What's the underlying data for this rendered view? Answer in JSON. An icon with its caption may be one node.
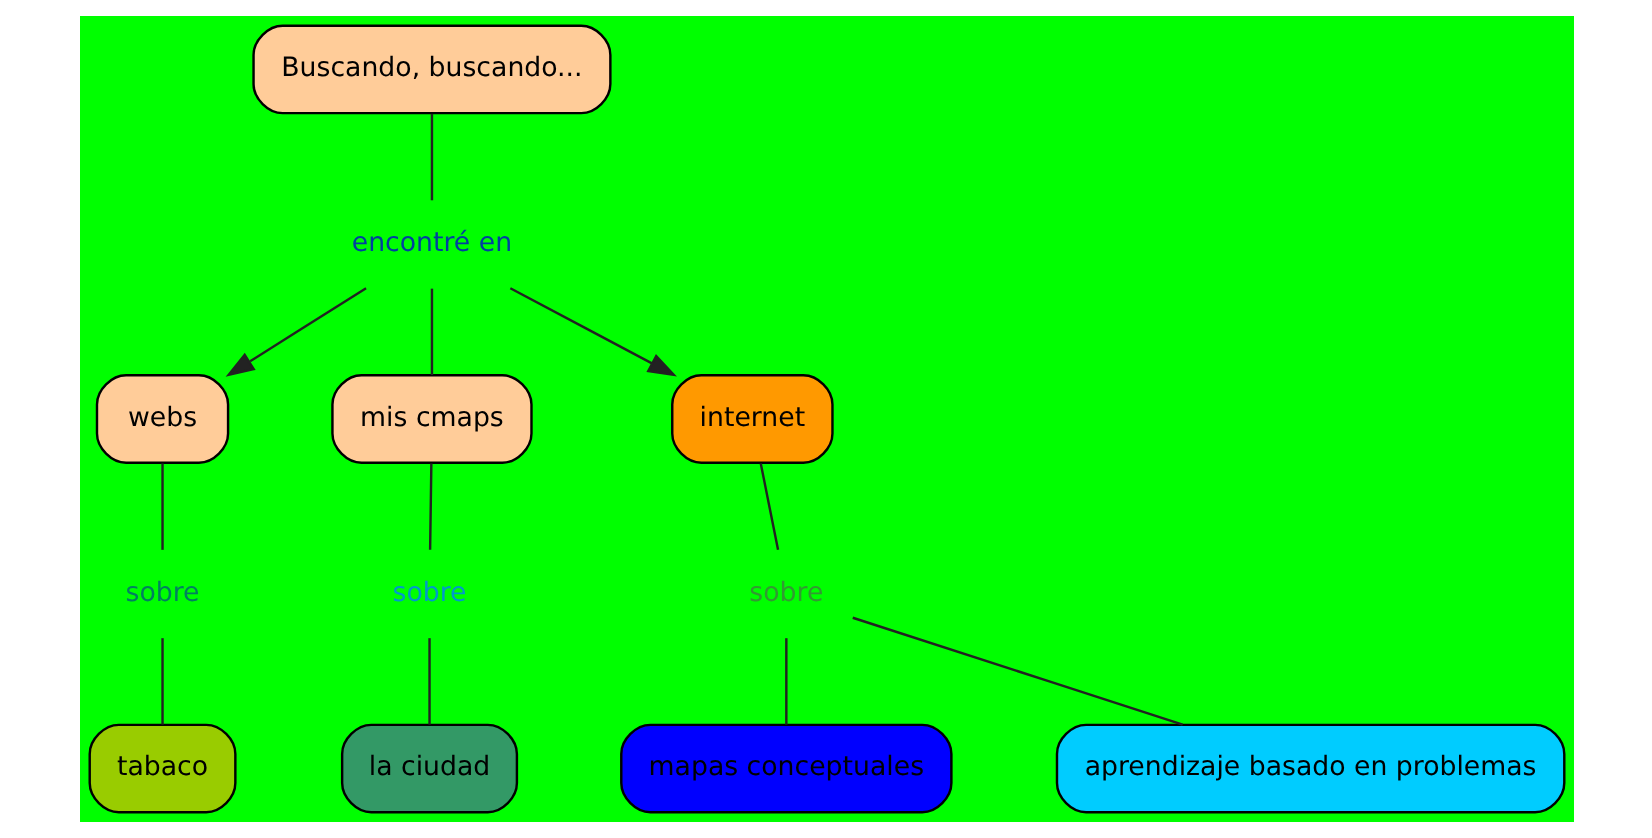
{
  "diagram": {
    "nodes": [
      {
        "text": [
          "Buscando, buscando..."
        ]
      },
      {
        "text": [
          "encontré en"
        ]
      },
      {
        "text": [
          "webs"
        ]
      },
      {
        "text": [
          "mis cmaps"
        ]
      },
      {
        "text": [
          "internet"
        ]
      },
      {
        "text": [
          "sobre"
        ]
      },
      {
        "text": [
          "sobre"
        ]
      },
      {
        "text": [
          "sobre"
        ]
      },
      {
        "text": [
          "tabaco"
        ]
      },
      {
        "text": [
          "la ciudad"
        ]
      },
      {
        "text": [
          "mapas conceptuales"
        ]
      },
      {
        "text": [
          "aprendizaje basado en problemas"
        ]
      }
    ],
    "edges": [
      {
        "from": 0,
        "to": 1,
        "arrow": "none"
      },
      {
        "from": 1,
        "to": 2,
        "arrow": "to"
      },
      {
        "from": 1,
        "to": 3,
        "arrow": "none"
      },
      {
        "from": 1,
        "to": 4,
        "arrow": "to"
      },
      {
        "from": 2,
        "to": 5,
        "arrow": "none"
      },
      {
        "from": 5,
        "to": 8,
        "arrow": "none"
      },
      {
        "from": 3,
        "to": 6,
        "arrow": "none"
      },
      {
        "from": 6,
        "to": 9,
        "arrow": "none"
      },
      {
        "from": 4,
        "to": 7,
        "arrow": "none"
      },
      {
        "from": 7,
        "to": 10,
        "arrow": "none"
      },
      {
        "from": 7,
        "to": 11,
        "arrow": "none"
      }
    ]
  }
}
